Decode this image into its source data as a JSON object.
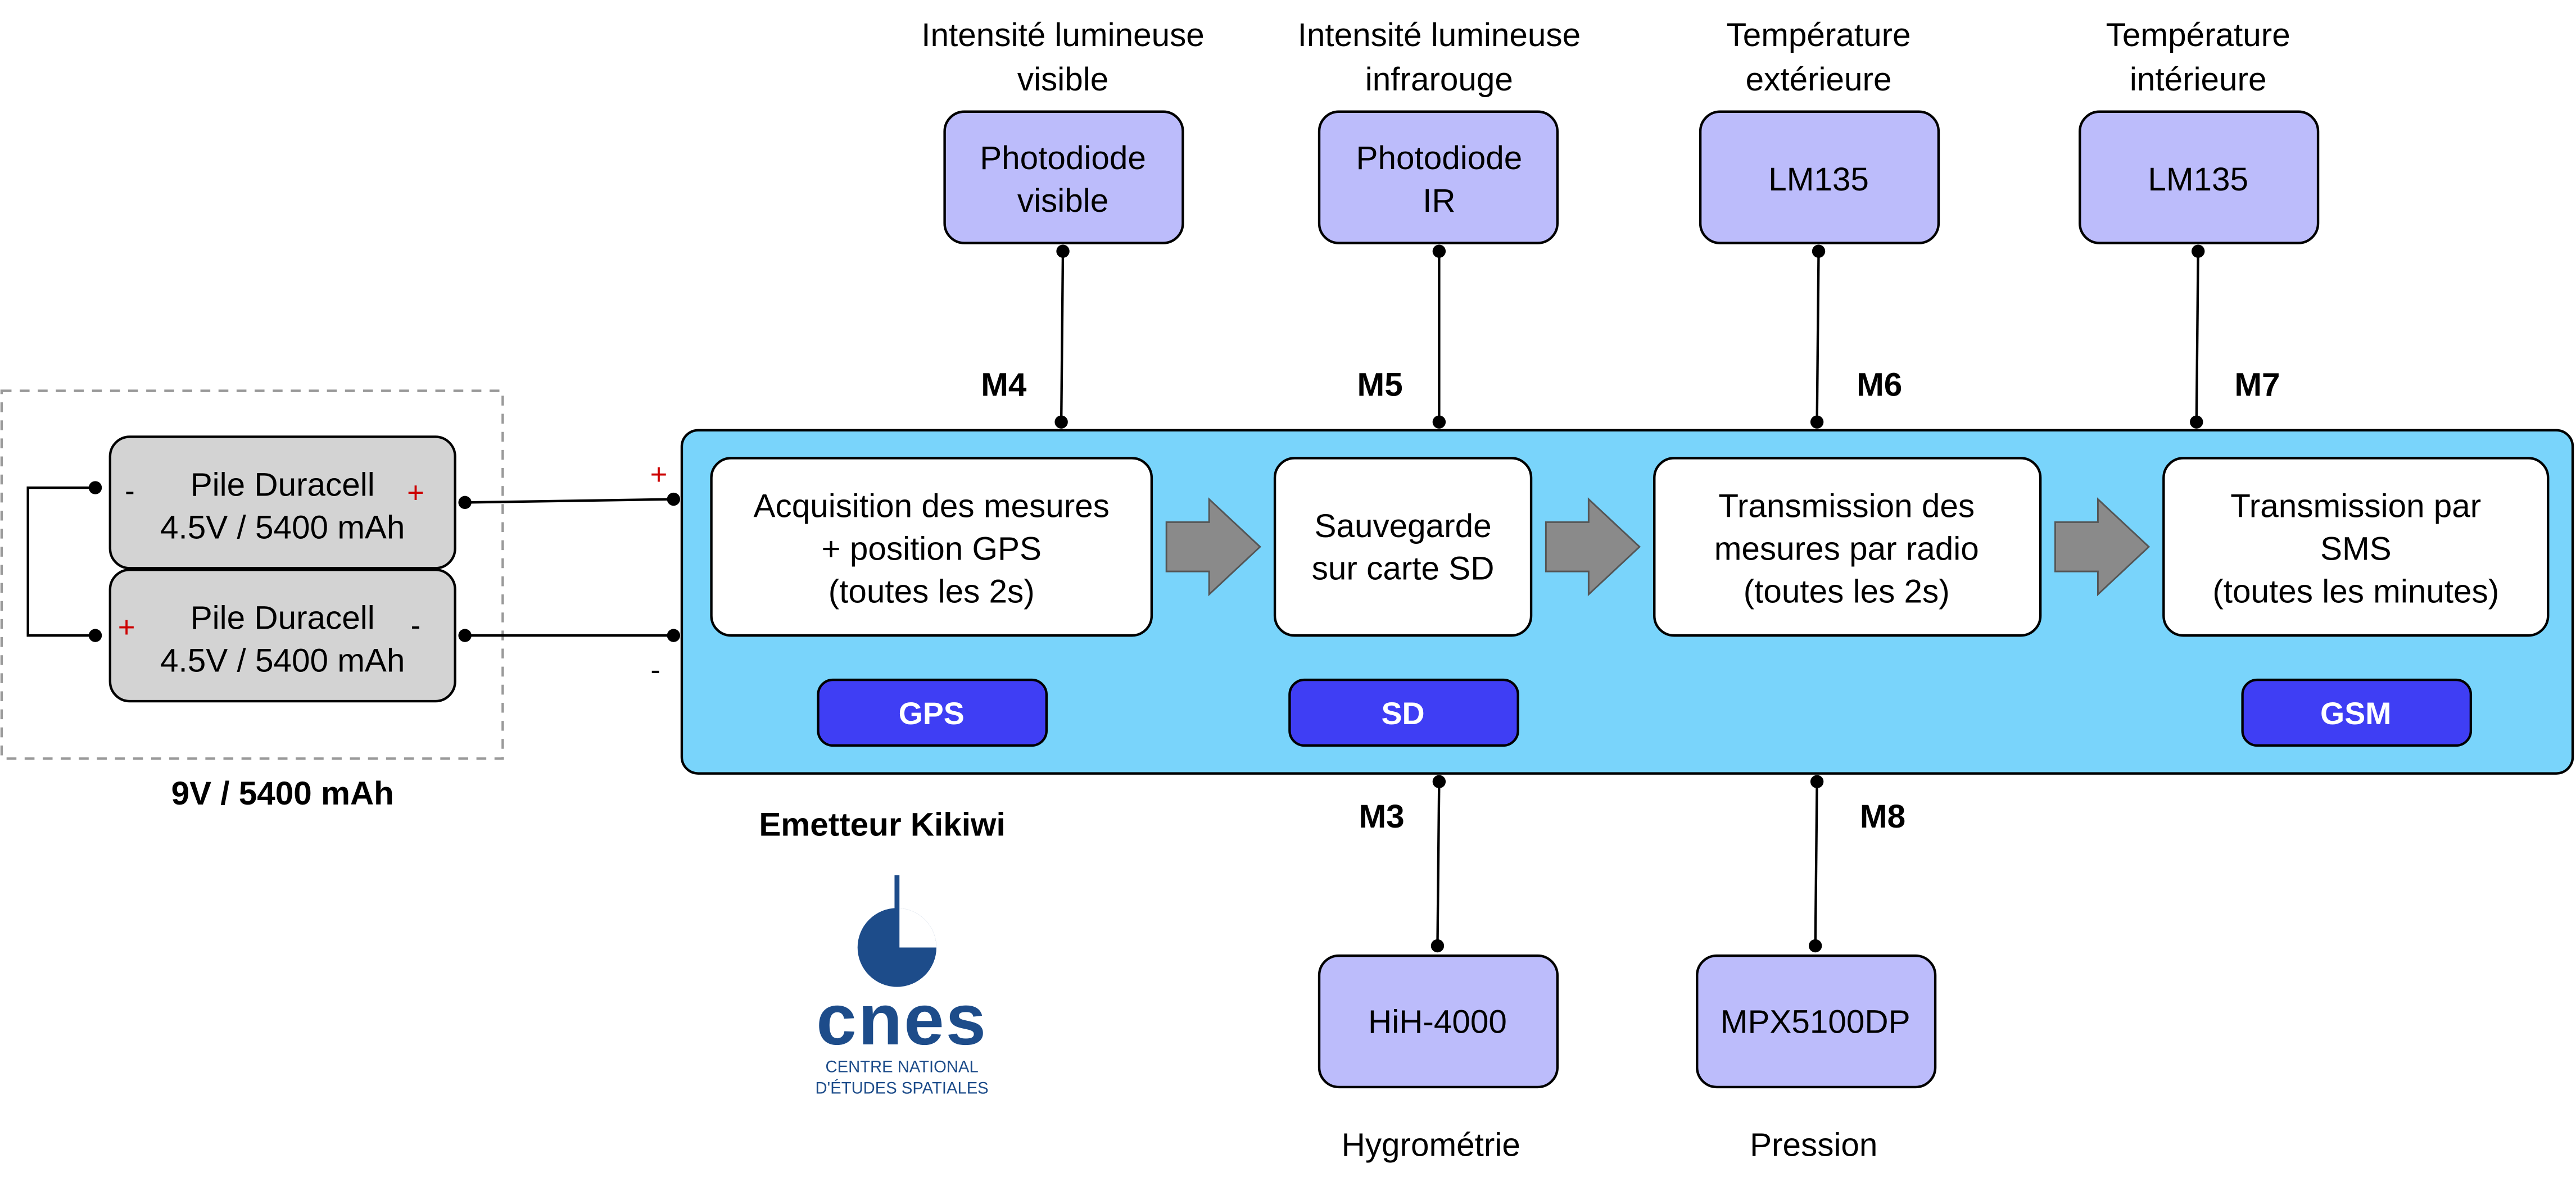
{
  "colors": {
    "sensor_fill": "#bcbcfb",
    "emitter_fill": "#79d4fb",
    "chip_fill": "#3f3ef4",
    "battery_fill": "#d3d3d3",
    "arrow_fill": "#8a8a8a",
    "plus_color": "#cc0000",
    "cnes_blue": "#1d4c8a"
  },
  "top_sensors": [
    {
      "caption_1": "Intensité lumineuse",
      "caption_2": "visible",
      "box_1": "Photodiode",
      "box_2": "visible",
      "port": "M4"
    },
    {
      "caption_1": "Intensité lumineuse",
      "caption_2": "infrarouge",
      "box_1": "Photodiode",
      "box_2": "IR",
      "port": "M5"
    },
    {
      "caption_1": "Température",
      "caption_2": "extérieure",
      "box_1": "LM135",
      "port": "M6"
    },
    {
      "caption_1": "Température",
      "caption_2": "intérieure",
      "box_1": "LM135",
      "port": "M7"
    }
  ],
  "bottom_sensors": [
    {
      "box": "HiH-4000",
      "caption": "Hygrométrie",
      "port": "M3"
    },
    {
      "box": "MPX5100DP",
      "caption": "Pression",
      "port": "M8"
    }
  ],
  "stages": [
    {
      "line_1": "Acquisition des mesures",
      "line_2": "+ position GPS",
      "line_3": "(toutes les 2s)"
    },
    {
      "line_1": "Sauvegarde",
      "line_2": "sur carte SD"
    },
    {
      "line_1": "Transmission des",
      "line_2": "mesures par radio",
      "line_3": "(toutes les 2s)"
    },
    {
      "line_1": "Transmission par",
      "line_2": "SMS",
      "line_3": "(toutes les minutes)"
    }
  ],
  "chips": {
    "gps": "GPS",
    "sd": "SD",
    "gsm": "GSM"
  },
  "emitter_label": "Emetteur Kikiwi",
  "battery": {
    "cell_1_line_1": "Pile Duracell",
    "cell_1_line_2": "4.5V / 5400 mAh",
    "cell_2_line_1": "Pile Duracell",
    "cell_2_line_2": "4.5V / 5400 mAh",
    "total": "9V / 5400 mAh",
    "plus": "+",
    "minus": "-"
  },
  "logo": {
    "word": "cnes",
    "line_1": "CENTRE NATIONAL",
    "line_2": "D'ÉTUDES SPATIALES"
  }
}
